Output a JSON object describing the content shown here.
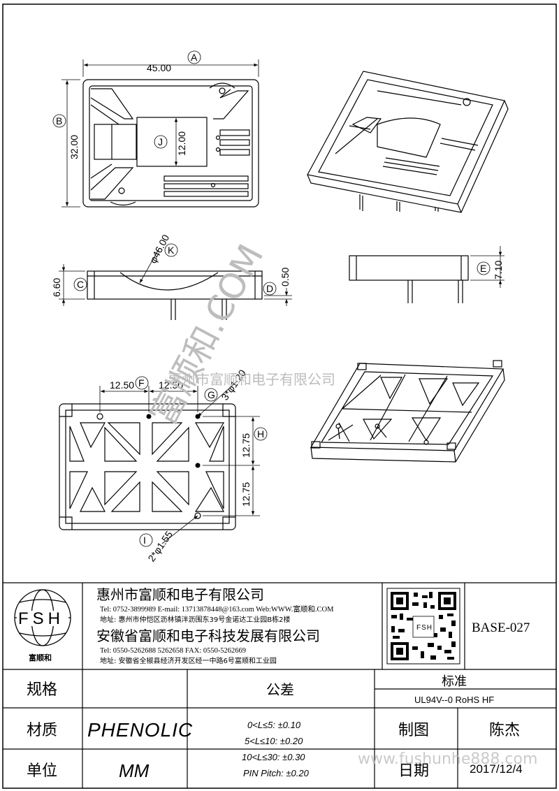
{
  "dims": {
    "width": "45.00",
    "height": "32.00",
    "slot": "12.00",
    "diameter": "φ46.00",
    "base_h": "6.60",
    "step": "0.50",
    "side_h": "7.10",
    "pitch_x1": "12.50",
    "pitch_x2": "12.50",
    "pitch_y1": "12.75",
    "pitch_y2": "12.75",
    "hole_g": "3*φ1.20",
    "hole_i": "2*φ1.55"
  },
  "markers": {
    "a": "A",
    "b": "B",
    "c": "C",
    "d": "D",
    "e": "E",
    "f": "F",
    "g": "G",
    "h": "H",
    "i": "I",
    "j": "J",
    "k": "K"
  },
  "watermark": {
    "company": "惠州市富顺和电子有限公司",
    "brand": "富顺和.COM"
  },
  "title_block": {
    "logo_text": "FSH",
    "logo_caption": "富顺和",
    "company1": "惠州市富顺和电子有限公司",
    "c1_tel": "Tel:  0752-3899989  E-mail: 13713878448@163.com  Web:WWW.富顺和.COM",
    "c1_addr": "地址:  惠州市仲恺区沥林镇泮沥围东39号金诺达工业园B栋2楼",
    "company2": "安徽省富顺和电子科技发展有限公司",
    "c2_tel": "Tel:  0550-5262688  5262658          FAX:  0550-5262669",
    "c2_addr": "地址:  安徽省全椒县经济开发区经一中路6号富顺和工业园",
    "part_no": "BASE-027",
    "spec_label": "规格",
    "spec_value": "",
    "tolerance_label": "公差",
    "standard_label": "标准",
    "standard_value": "UL94V--0  RoHS HF",
    "material_label": "材质",
    "material_value": "PHENOLIC",
    "unit_label": "单位",
    "unit_value": "MM",
    "drawn_label": "制图",
    "drawn_value": "陈杰",
    "date_label": "日期",
    "date_value": "2017/12/4",
    "tolerances": [
      "0<L≤5: ±0.10",
      "5<L≤10: ±0.20",
      "10<L≤30: ±0.30",
      "PIN Pitch: ±0.20"
    ],
    "website": "www.fushunhe888.com"
  },
  "colors": {
    "line": "#000000",
    "watermark": "#bdbdbd"
  }
}
